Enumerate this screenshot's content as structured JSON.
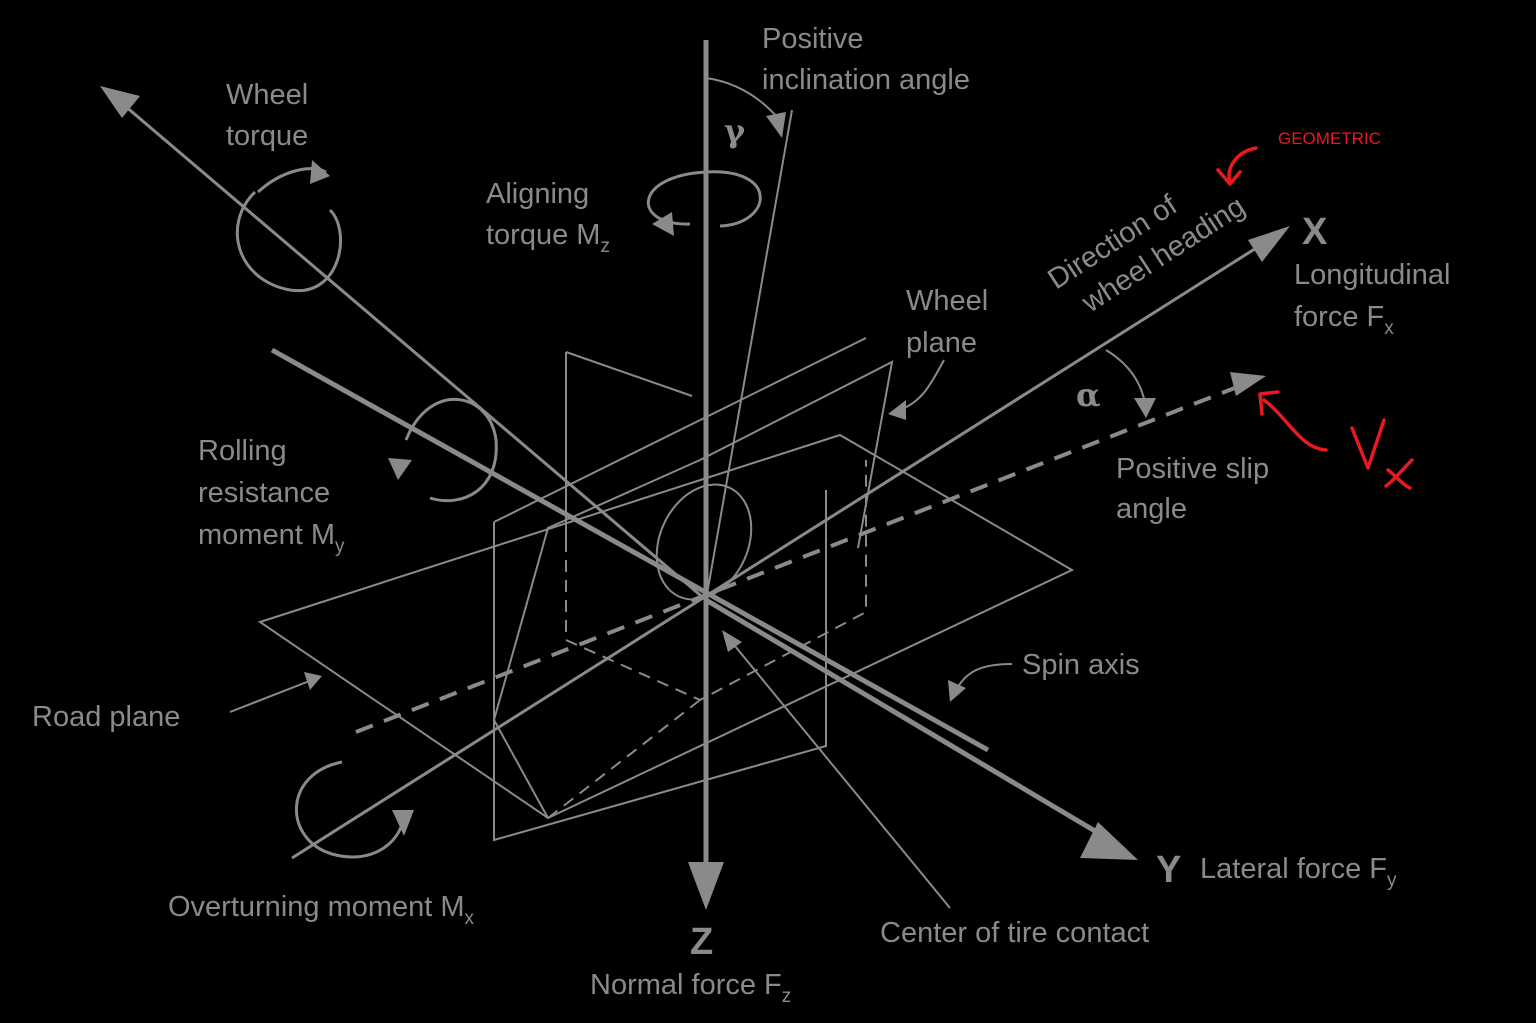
{
  "labels": {
    "positive_inclination_1": "Positive",
    "positive_inclination_2": "inclination angle",
    "gamma": "γ",
    "wheel_torque_1": "Wheel",
    "wheel_torque_2": "torque",
    "aligning_1": "Aligning",
    "aligning_2": "torque M",
    "aligning_sub": "z",
    "direction_1": "Direction of",
    "direction_2": "wheel heading",
    "x_axis": "X",
    "longitudinal_1": "Longitudinal",
    "longitudinal_2": "force F",
    "longitudinal_sub": "x",
    "wheel_plane_1": "Wheel",
    "wheel_plane_2": "plane",
    "alpha": "α",
    "positive_slip_1": "Positive slip",
    "positive_slip_2": "angle",
    "rolling_1": "Rolling",
    "rolling_2": "resistance",
    "rolling_3": "moment M",
    "rolling_sub": "y",
    "spin_axis": "Spin axis",
    "road_plane": "Road plane",
    "overturning": "Overturning moment M",
    "overturning_sub": "x",
    "y_axis": "Y",
    "lateral": "Lateral force F",
    "lateral_sub": "y",
    "z_axis": "Z",
    "normal": "Normal force F",
    "normal_sub": "z",
    "center_contact": "Center of tire contact"
  },
  "annotations": {
    "geometric": "GEOMETRIC",
    "vx": "Vx"
  },
  "colors": {
    "background": "#000000",
    "diagram": "#8a8a8a",
    "annotation": "#e8191f"
  }
}
